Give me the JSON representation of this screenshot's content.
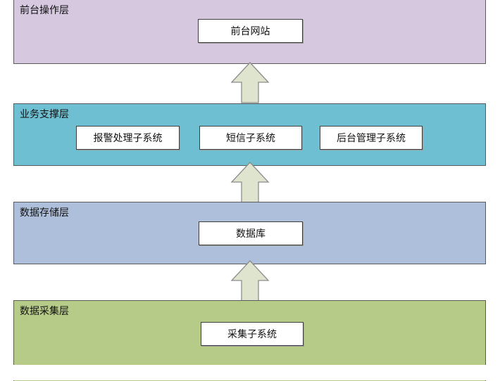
{
  "layers": {
    "frontend": {
      "title": "前台操作层",
      "items": [
        "前台网站"
      ]
    },
    "business": {
      "title": "业务支撑层",
      "items": [
        "报警处理子系统",
        "短信子系统",
        "后台管理子系统"
      ]
    },
    "storage": {
      "title": "数据存储层",
      "items": [
        "数据库"
      ]
    },
    "collect": {
      "title": "数据采集层",
      "items": [
        "采集子系统"
      ]
    }
  },
  "colors": {
    "frontend": "#d5c8df",
    "business": "#6dbfd1",
    "storage": "#aebfdb",
    "collect": "#b5cb87",
    "arrow": "#dfe4cf"
  }
}
